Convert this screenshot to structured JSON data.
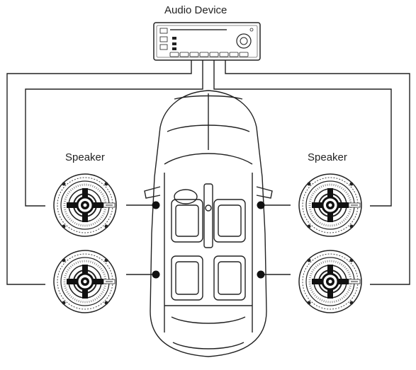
{
  "labels": {
    "audio_device": "Audio Device",
    "speaker_left": "Speaker",
    "speaker_right": "Speaker"
  },
  "colors": {
    "line": "#222222",
    "background": "#ffffff"
  },
  "speakers": [
    {
      "id": "front-left"
    },
    {
      "id": "rear-left"
    },
    {
      "id": "front-right"
    },
    {
      "id": "rear-right"
    }
  ]
}
